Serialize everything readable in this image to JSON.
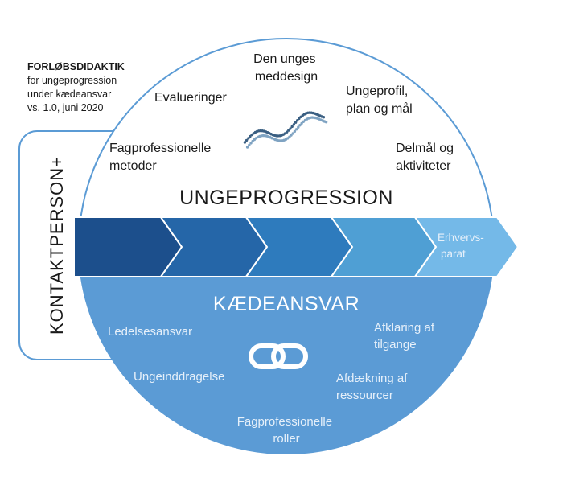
{
  "header": {
    "title": "FORLØBSDIDAKTIK",
    "line1": "for ungeprogression",
    "line2": "under kædeansvar",
    "line3": "vs. 1.0, juni 2020"
  },
  "side_label": "KONTAKTPERSON+",
  "top": {
    "title": "UNGEPROGRESSION",
    "items": [
      {
        "lines": [
          "Den unges",
          "meddesign"
        ]
      },
      {
        "lines": [
          "Evalueringer"
        ]
      },
      {
        "lines": [
          "Ungeprofil,",
          "plan og mål"
        ]
      },
      {
        "lines": [
          "Fagprofessionelle",
          "metoder"
        ]
      },
      {
        "lines": [
          "Delmål og",
          "aktiviteter"
        ]
      }
    ]
  },
  "arrow": {
    "final_label": [
      "Erhvervs-",
      "parat"
    ],
    "colors": [
      "#1c4f8c",
      "#2566a8",
      "#2e7bbd",
      "#4f9fd4",
      "#74b9e8"
    ]
  },
  "bottom": {
    "title": "KÆDEANSVAR",
    "items": [
      {
        "lines": [
          "Ledelsesansvar"
        ]
      },
      {
        "lines": [
          "Afklaring af",
          "tilgange"
        ]
      },
      {
        "lines": [
          "Ungeinddragelse"
        ]
      },
      {
        "lines": [
          "Afdækning af",
          "ressourcer"
        ]
      },
      {
        "lines": [
          "Fagprofessionelle",
          "roller"
        ]
      }
    ],
    "fill": "#5b9bd5",
    "icon": "chain-link-icon"
  },
  "colors": {
    "outline": "#5b9bd5",
    "bottom_fill": "#5b9bd5"
  }
}
